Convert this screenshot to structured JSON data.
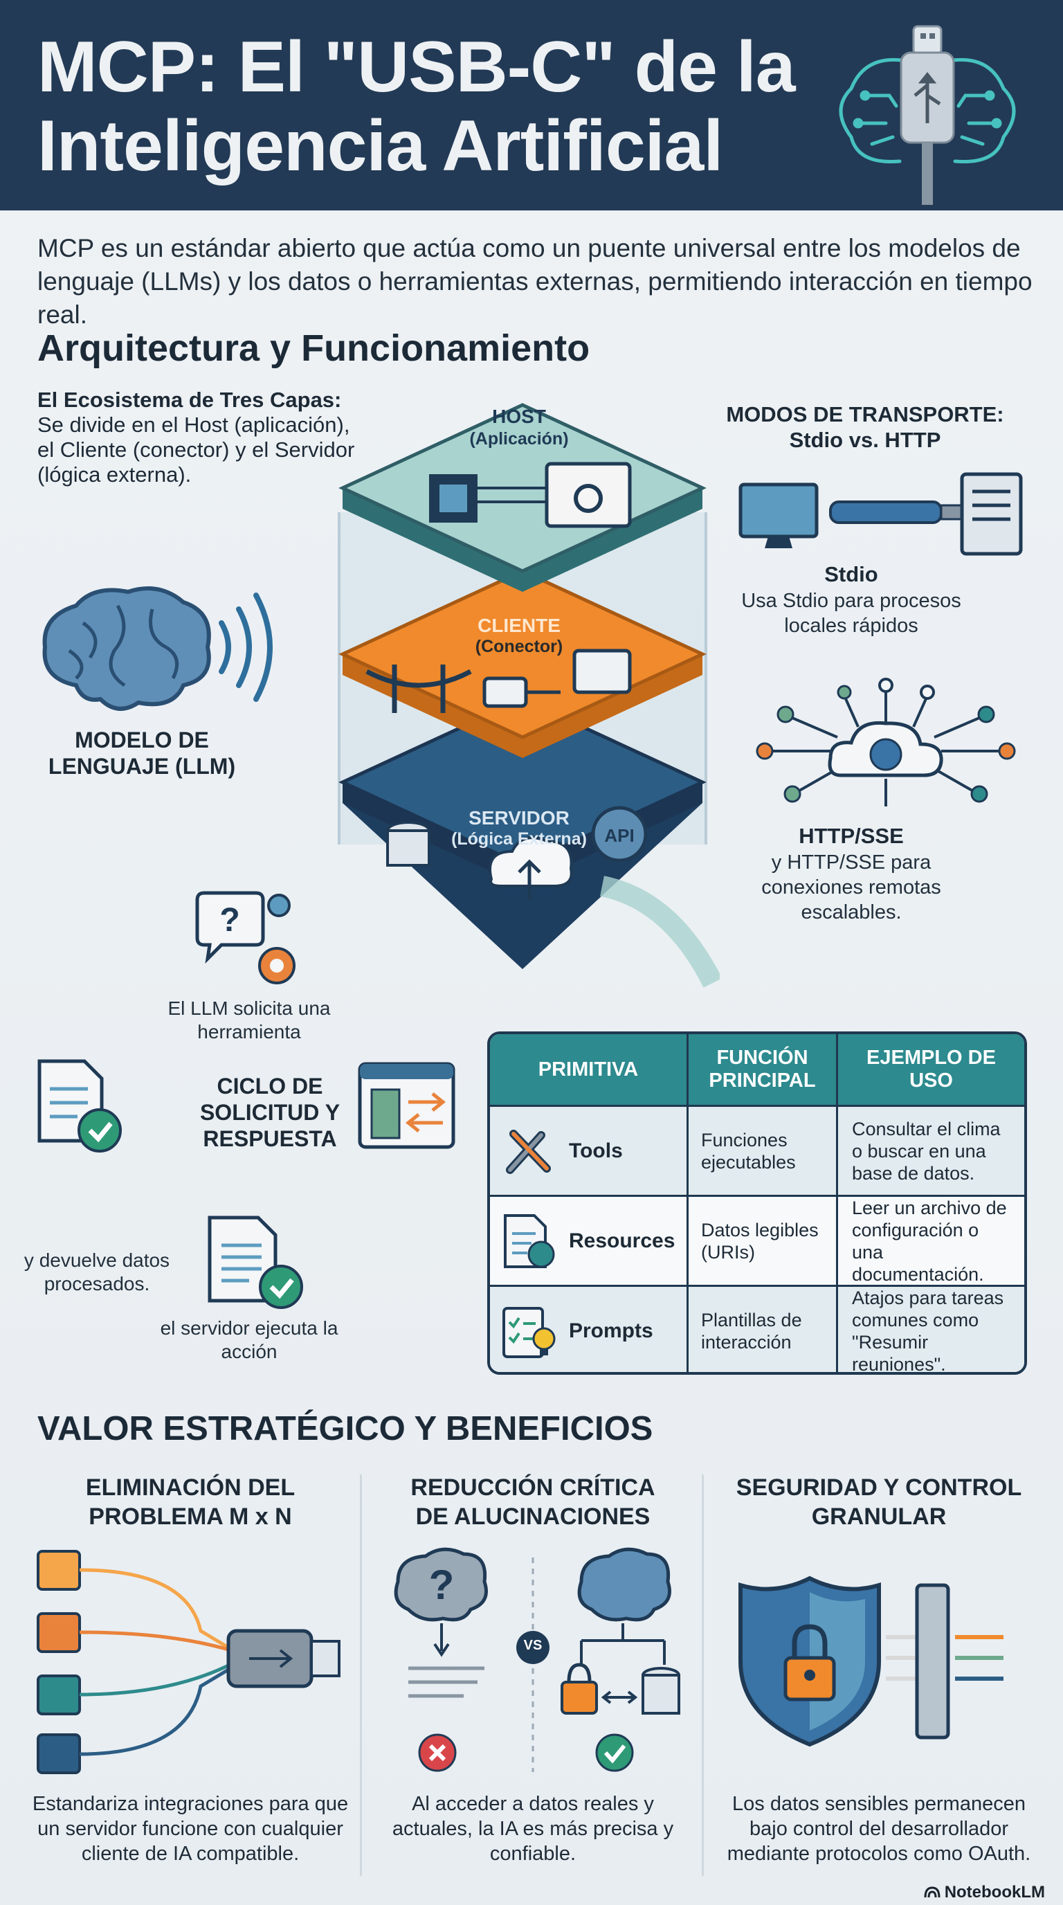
{
  "header": {
    "title_line1": "MCP: El \"USB-C\" de la",
    "title_line2": "Inteligencia Artificial"
  },
  "intro": "MCP es un estándar abierto que actúa como un puente universal entre los modelos de lenguaje (LLMs) y los datos o herramientas externas, permitiendo interacción en tiempo real.",
  "architecture": {
    "heading": "Arquitectura y Funcionamiento",
    "ecosystem_title": "El Ecosistema de Tres Capas:",
    "ecosystem_text": "Se divide en el Host (aplicación), el Cliente (conector) y el Servidor (lógica externa).",
    "llm_label_line1": "MODELO DE",
    "llm_label_line2": "LENGUAJE (LLM)",
    "layers": {
      "host_title": "HOST",
      "host_sub": "(Aplicación)",
      "client_title": "CLIENTE",
      "client_sub": "(Conector)",
      "server_title": "SERVIDOR",
      "server_sub": "(Lógica Externa)",
      "api_label": "API"
    },
    "transport": {
      "title_line1": "MODOS DE TRANSPORTE:",
      "title_line2": "Stdio vs. HTTP",
      "stdio_name": "Stdio",
      "stdio_desc": "Usa Stdio para procesos locales rápidos",
      "http_name": "HTTP/SSE",
      "http_desc": "y HTTP/SSE para conexiones remotas escalables."
    },
    "cycle": {
      "title": "CICLO DE SOLICITUD Y RESPUESTA",
      "request": "El LLM solicita una herramienta",
      "execute": "el servidor ejecuta la acción",
      "return": "y devuelve datos procesados."
    }
  },
  "primitives_table": {
    "headers": [
      "PRIMITIVA",
      "FUNCIÓN PRINCIPAL",
      "EJEMPLO DE USO"
    ],
    "rows": [
      {
        "name": "Tools",
        "icon": "wrench-screwdriver-icon",
        "function": "Funciones ejecutables",
        "example": "Consultar el clima o buscar en una base de datos."
      },
      {
        "name": "Resources",
        "icon": "document-globe-icon",
        "function": "Datos legibles (URIs)",
        "example": "Leer un archivo de configuración o una documentación."
      },
      {
        "name": "Prompts",
        "icon": "checklist-lightbulb-icon",
        "function": "Plantillas de interacción",
        "example": "Atajos para tareas comunes como \"Resumir reuniones\"."
      }
    ]
  },
  "value": {
    "heading": "VALOR ESTRATÉGICO Y BENEFICIOS",
    "columns": [
      {
        "title_line1": "ELIMINACIÓN DEL",
        "title_line2": "PROBLEMA M x N",
        "desc": "Estandariza integraciones para que un servidor funcione con cualquier cliente de IA compatible."
      },
      {
        "title_line1": "REDUCCIÓN CRÍTICA",
        "title_line2": "DE ALUCINACIONES",
        "desc": "Al acceder a datos reales y actuales, la IA es más precisa y confiable.",
        "vs_label": "VS"
      },
      {
        "title_line1": "SEGURIDAD Y CONTROL",
        "title_line2": "GRANULAR",
        "desc": "Los datos sensibles permanecen bajo control del desarrollador mediante protocolos como OAuth."
      }
    ]
  },
  "brand": "NotebookLM",
  "colors": {
    "navy": "#223a55",
    "teal": "#2d8a8e",
    "orange": "#f08a2c",
    "light_teal": "#a9d3cf",
    "server_blue": "#2c5d85"
  }
}
